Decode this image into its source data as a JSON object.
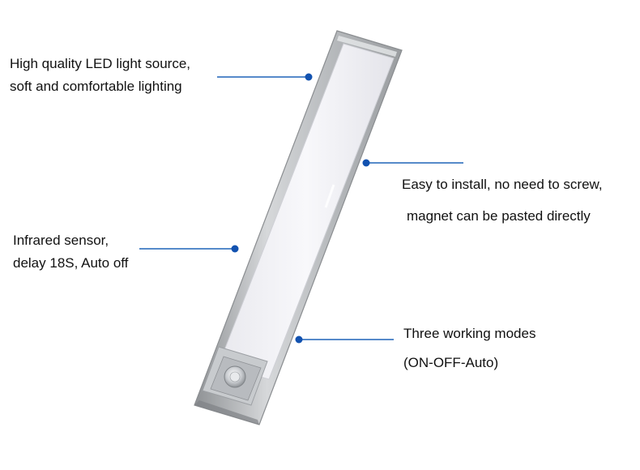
{
  "colors": {
    "callout_line": "#1f63b8",
    "callout_dot": "#1252b0",
    "text": "#111111",
    "housing": "#b9bcbf",
    "diffuser": "#f3f3f7"
  },
  "callouts": {
    "led": {
      "line1": "High quality LED light source,",
      "line2": "soft and comfortable lighting"
    },
    "install": {
      "line1": "Easy to install, no need to screw,",
      "line2": "magnet can be pasted directly"
    },
    "sensor": {
      "line1": "Infrared sensor,",
      "line2": "delay 18S, Auto off"
    },
    "modes": {
      "line1": "Three working modes",
      "line2": "(ON-OFF-Auto)"
    }
  },
  "icons": {
    "product": "led-light-bar-icon",
    "sensor": "pir-sensor-icon",
    "callout_marker": "dot-icon"
  }
}
